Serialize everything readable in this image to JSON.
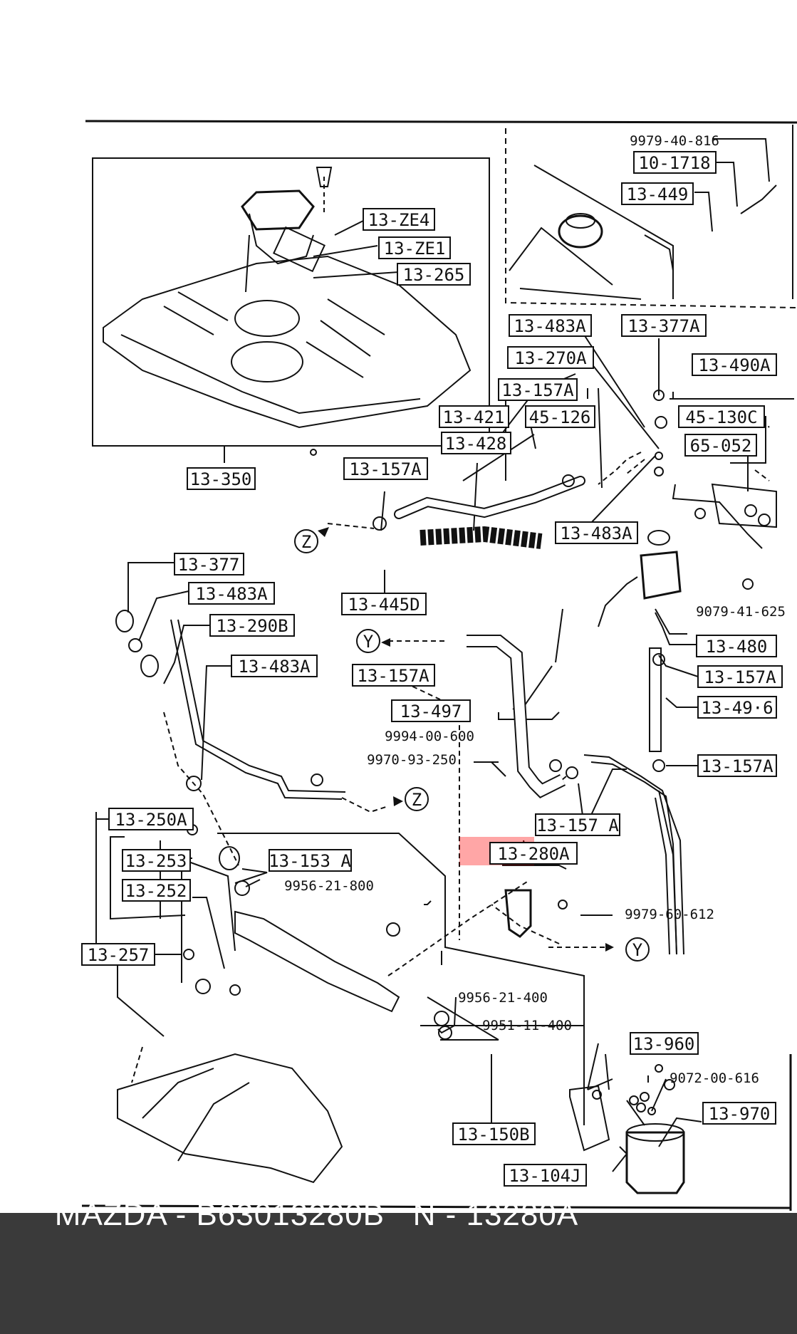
{
  "parts": {
    "p_9979_40_816": "9979-40-816",
    "p_10_1718": "10-1718",
    "p_13_449": "13-449",
    "p_13_ze4": "13-ZE4",
    "p_13_ze1": "13-ZE1",
    "p_13_265": "13-265",
    "p_13_350": "13-350",
    "p_13_483a_1": "13-483A",
    "p_13_377a": "13-377A",
    "p_13_270a": "13-270A",
    "p_13_490a": "13-490A",
    "p_13_157a_1": "13-157A",
    "p_45_130c": "45-130C",
    "p_13_421": "13-421",
    "p_45_126": "45-126",
    "p_65_052": "65-052",
    "p_13_428": "13-428",
    "p_13_157a_2": "13-157A",
    "p_13_483a_2": "13-483A",
    "p_13_377": "13-377",
    "p_13_445d": "13-445D",
    "p_9079_41_625": "9079-41-625",
    "p_13_483a_3": "13-483A",
    "p_13_290b": "13-290B",
    "p_13_157a_3": "13-157A",
    "p_13_480": "13-480",
    "p_13_483a_4": "13-483A",
    "p_13_157a_4": "13-157A",
    "p_13_497": "13-497",
    "p_13_496": "13-49·6",
    "p_9994_00_600": "9994-00-600",
    "p_9970_93_250": "9970-93-250",
    "p_13_157a_5": "13-157A",
    "p_13_157a_6": "13-157 A",
    "p_13_250a": "13-250A",
    "p_13_280a": "13-280A",
    "p_13_253": "13-253",
    "p_13_153a": "13-153 A",
    "p_9956_21_800": "9956-21-800",
    "p_13_252": "13-252",
    "p_9979_60_612": "9979-60-612",
    "p_13_257": "13-257",
    "p_9956_21_400": "9956-21-400",
    "p_9951_11_400": "9951-11-400",
    "p_13_960": "13-960",
    "p_9072_00_616": "9072-00-616",
    "p_13_970": "13-970",
    "p_13_150b": "13-150B",
    "p_13_104j": "13-104J"
  },
  "markers": {
    "z": "Z",
    "y": "Y"
  },
  "footer": {
    "text": "MAZDA - B63013280B   N - 13280A"
  },
  "highlight_color": "#ff0000"
}
